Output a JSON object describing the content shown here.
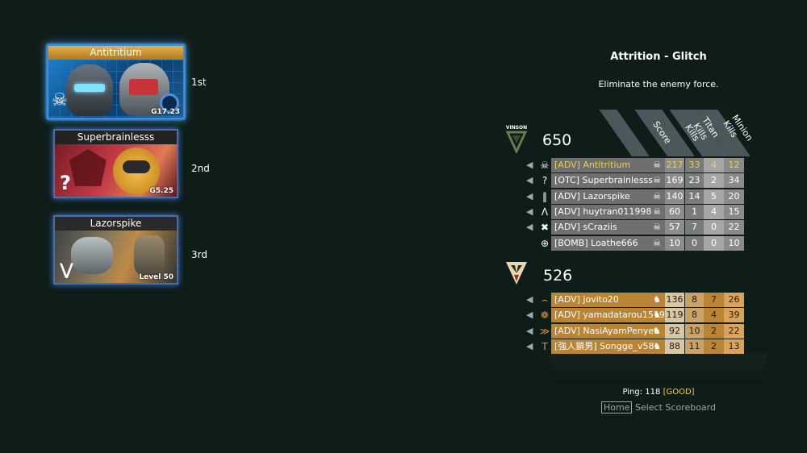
{
  "podium": [
    {
      "name": "Antitritium",
      "tag": "G17.23",
      "rank": "1st"
    },
    {
      "name": "Superbrainlesss",
      "tag": "G5.25",
      "rank": "2nd"
    },
    {
      "name": "Lazorspike",
      "tag": "Level 50",
      "rank": "3rd"
    }
  ],
  "match": {
    "title": "Attrition - Glitch",
    "objective": "Eliminate the enemy force."
  },
  "columns": [
    "Score",
    "Kills",
    "Titan Kills",
    "Minion Kills"
  ],
  "colors": {
    "highlight": "#e8d24a",
    "team1_name_bg": "#6f6f6f",
    "team2_name_bg": "#b98434",
    "good": "#e8d24a"
  },
  "team1": {
    "logo_text": "VINSON",
    "score": "650",
    "players": [
      {
        "name": "[ADV] Antitritium",
        "icon": "skull-crossbones",
        "stats": [
          "217",
          "33",
          "4",
          "12"
        ],
        "highlight": true,
        "mic": true
      },
      {
        "name": "[OTC] Superbrainlesss",
        "icon": "question",
        "stats": [
          "169",
          "23",
          "2",
          "34"
        ],
        "highlight": false,
        "mic": true
      },
      {
        "name": "[ADV] Lazorspike",
        "icon": "claw",
        "stats": [
          "140",
          "14",
          "5",
          "20"
        ],
        "highlight": false,
        "mic": true
      },
      {
        "name": "[ADV] huytran011998",
        "icon": "chevron",
        "stats": [
          "60",
          "1",
          "4",
          "15"
        ],
        "highlight": false,
        "mic": true
      },
      {
        "name": "[ADV] sCraziis",
        "icon": "x-wings",
        "stats": [
          "57",
          "7",
          "0",
          "22"
        ],
        "highlight": false,
        "mic": true
      },
      {
        "name": "[BOMB] Loathe666",
        "icon": "target",
        "stats": [
          "10",
          "0",
          "0",
          "10"
        ],
        "highlight": false,
        "mic": false
      }
    ]
  },
  "team2": {
    "score": "526",
    "players": [
      {
        "name": "[ADV] jovito20",
        "icon": "horn",
        "stats": [
          "136",
          "8",
          "7",
          "26"
        ],
        "mic": true
      },
      {
        "name": "[ADV] yamadatarou1519",
        "icon": "bear",
        "stats": [
          "119",
          "8",
          "4",
          "39"
        ],
        "mic": true
      },
      {
        "name": "[ADV] NasiAyamPenyet",
        "icon": "double-chevron",
        "stats": [
          "92",
          "10",
          "2",
          "22"
        ],
        "mic": true
      },
      {
        "name": "[強人鎖男] Songge_v58",
        "icon": "hammer",
        "stats": [
          "88",
          "11",
          "2",
          "13"
        ],
        "mic": true
      }
    ]
  },
  "footer": {
    "ping_label": "Ping:",
    "ping_value": "118",
    "ping_status": "[GOOD]",
    "key": "Home",
    "hint": "Select Scoreboard"
  }
}
